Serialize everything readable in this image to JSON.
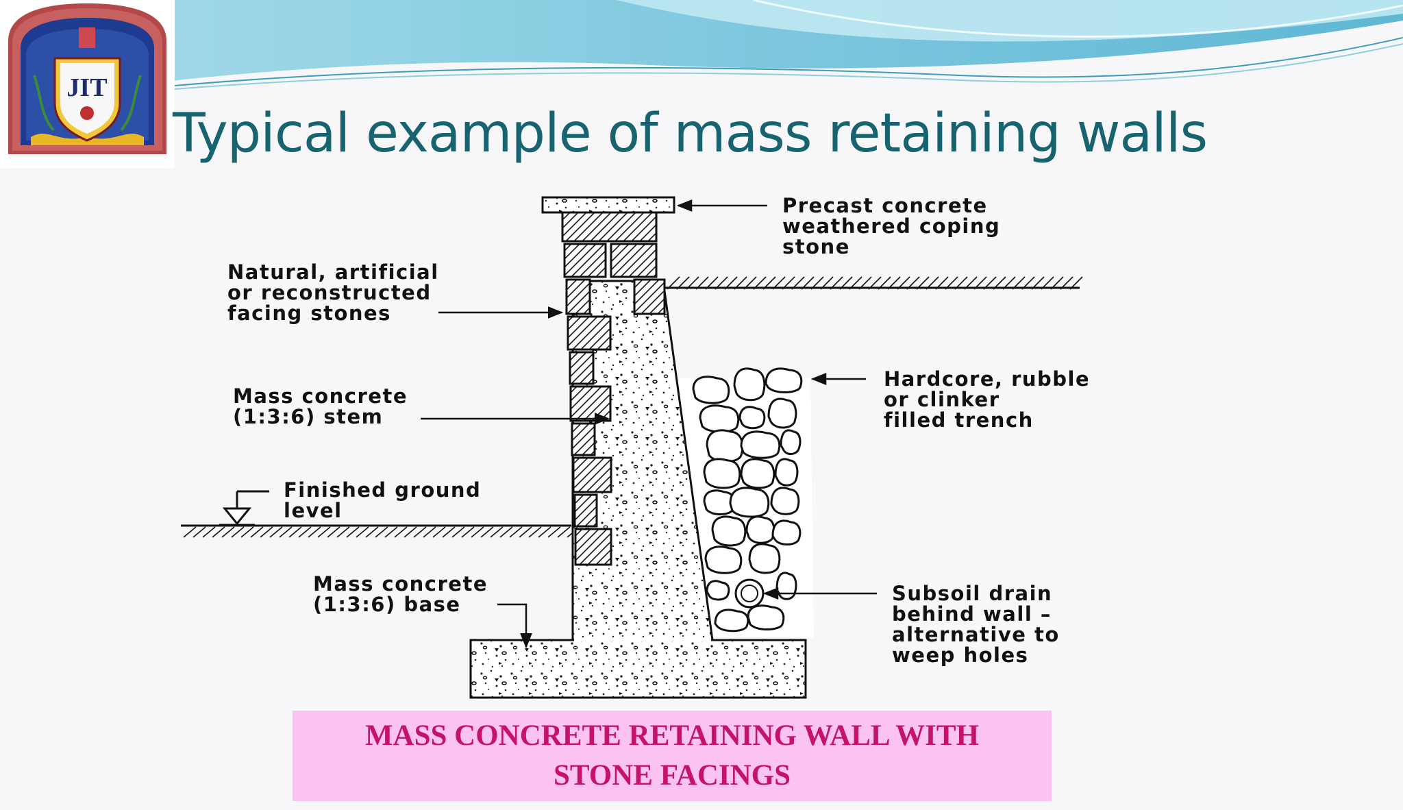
{
  "slide": {
    "title": "Typical example of mass retaining walls",
    "logo_text": "JIT",
    "caption": "MASS CONCRETE RETAINING WALL WITH STONE FACINGS"
  },
  "diagram": {
    "labels": {
      "coping": [
        "Precast concrete",
        "weathered coping",
        "stone"
      ],
      "facing": [
        "Natural, artificial",
        "or reconstructed",
        "facing stones"
      ],
      "stem": [
        "Mass concrete",
        "(1:3:6) stem"
      ],
      "ground": [
        "Finished ground",
        "level"
      ],
      "base": [
        "Mass concrete",
        "(1:3:6) base"
      ],
      "hardcore": [
        "Hardcore, rubble",
        "or clinker",
        "filled trench"
      ],
      "drain": [
        "Subsoil drain",
        "behind wall –",
        "alternative to",
        "weep holes"
      ]
    }
  },
  "colors": {
    "title": "#17636f",
    "caption_text": "#c4126d",
    "caption_bg": "#fbc4f0",
    "banner": "#7fcde0"
  }
}
